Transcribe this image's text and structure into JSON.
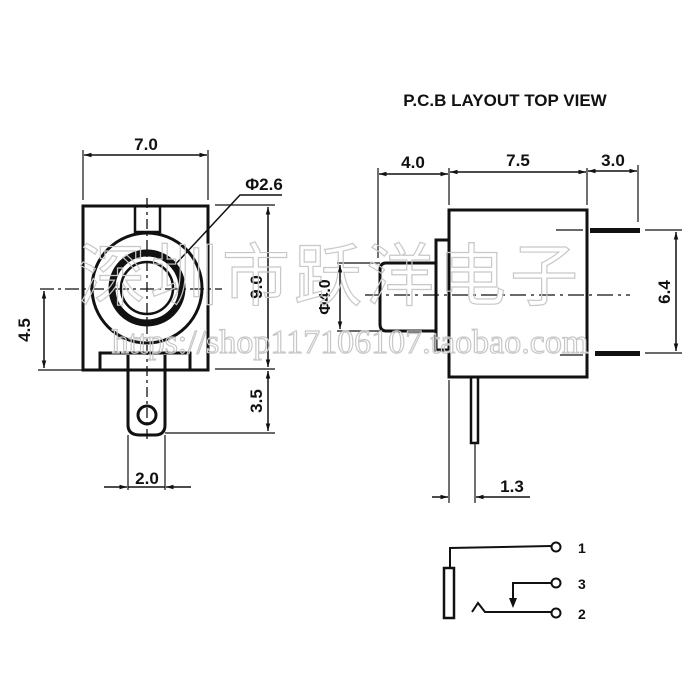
{
  "title": "P.C.B LAYOUT TOP VIEW",
  "front_view": {
    "width_dim": "7.0",
    "height_dim": "9.0",
    "pin_length_dim": "3.5",
    "center_height_dim": "4.5",
    "pin_width_dim": "2.0",
    "hole_diameter_dim": "Φ2.6"
  },
  "side_view": {
    "barrel_length_dim": "4.0",
    "body_length_dim": "7.5",
    "pin_protrusion_dim": "3.0",
    "pin_spacing_dim": "6.4",
    "barrel_diameter_dim": "Φ4.0",
    "bottom_pin_offset_dim": "1.3"
  },
  "schematic": {
    "pins": [
      "1",
      "3",
      "2"
    ]
  },
  "watermark": {
    "company": "深圳市跃洋电子",
    "url": "https://shop117106107.taobao.com"
  }
}
